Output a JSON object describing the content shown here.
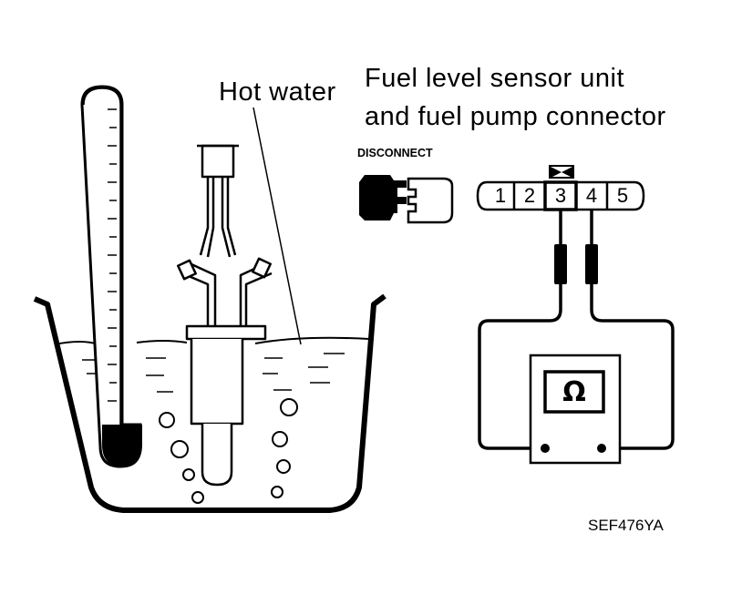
{
  "labels": {
    "hot_water": "Hot water",
    "sensor_line1": "Fuel level sensor unit",
    "sensor_line2": "and fuel pump connector",
    "disconnect": "DISCONNECT",
    "figure_code": "SEF476YA"
  },
  "connector": {
    "pins": [
      "1",
      "2",
      "3",
      "4",
      "5"
    ],
    "probed_pins": [
      "3",
      "4"
    ]
  },
  "meter": {
    "symbol": "Ω"
  }
}
